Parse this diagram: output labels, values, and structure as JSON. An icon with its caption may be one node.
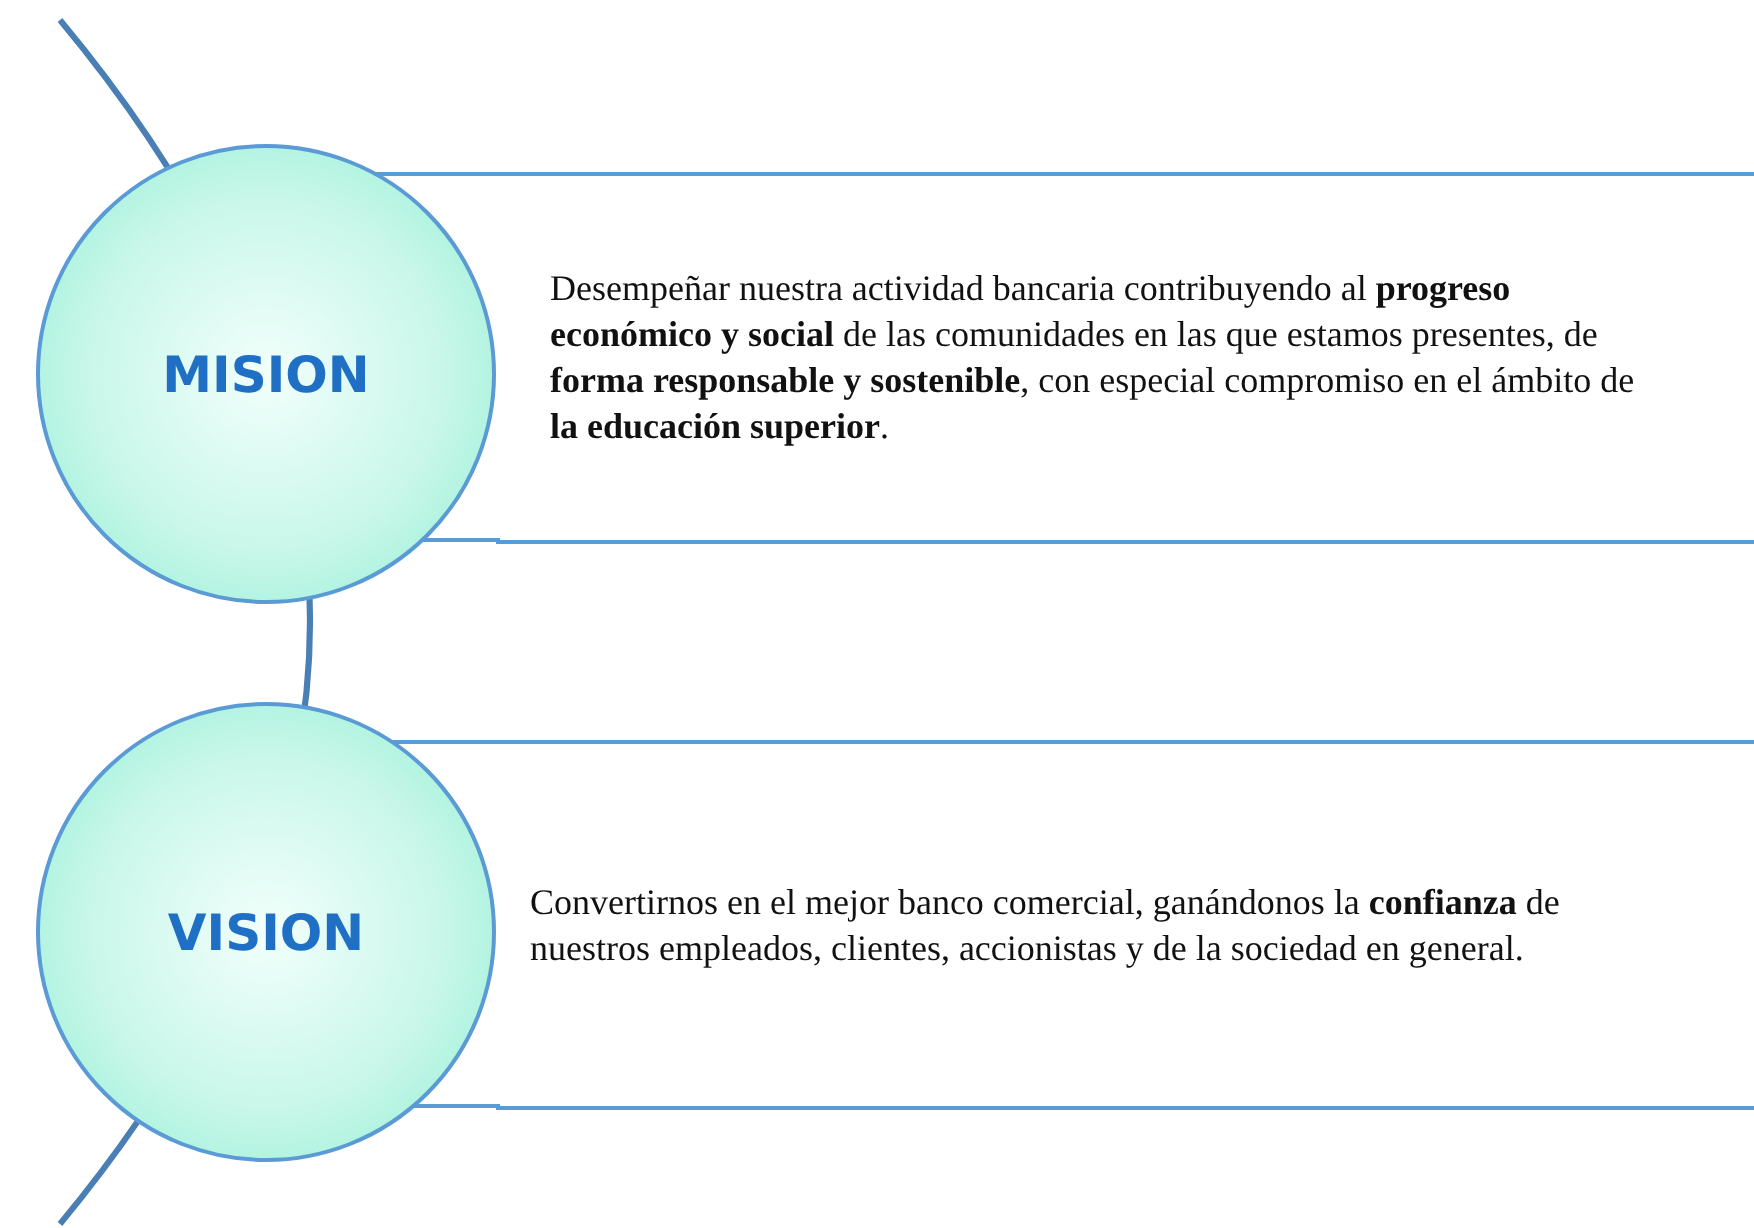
{
  "diagram": {
    "nodes": [
      {
        "text": [
          "MISION"
        ]
      },
      {
        "text": [
          "Desempeñar nuestra actividad bancaria contribuyendo al **progreso económico y social** de las comunidades en las que estamos presentes, de **forma responsable y sostenible**, con especial compromiso en el ámbito de **la educación superior**."
        ]
      },
      {
        "text": [
          "VISION"
        ]
      },
      {
        "text": [
          "Convertirnos en el mejor banco comercial, ganándonos la **confianza** de nuestros empleados, clientes, accionistas y de la sociedad en general."
        ]
      }
    ]
  }
}
